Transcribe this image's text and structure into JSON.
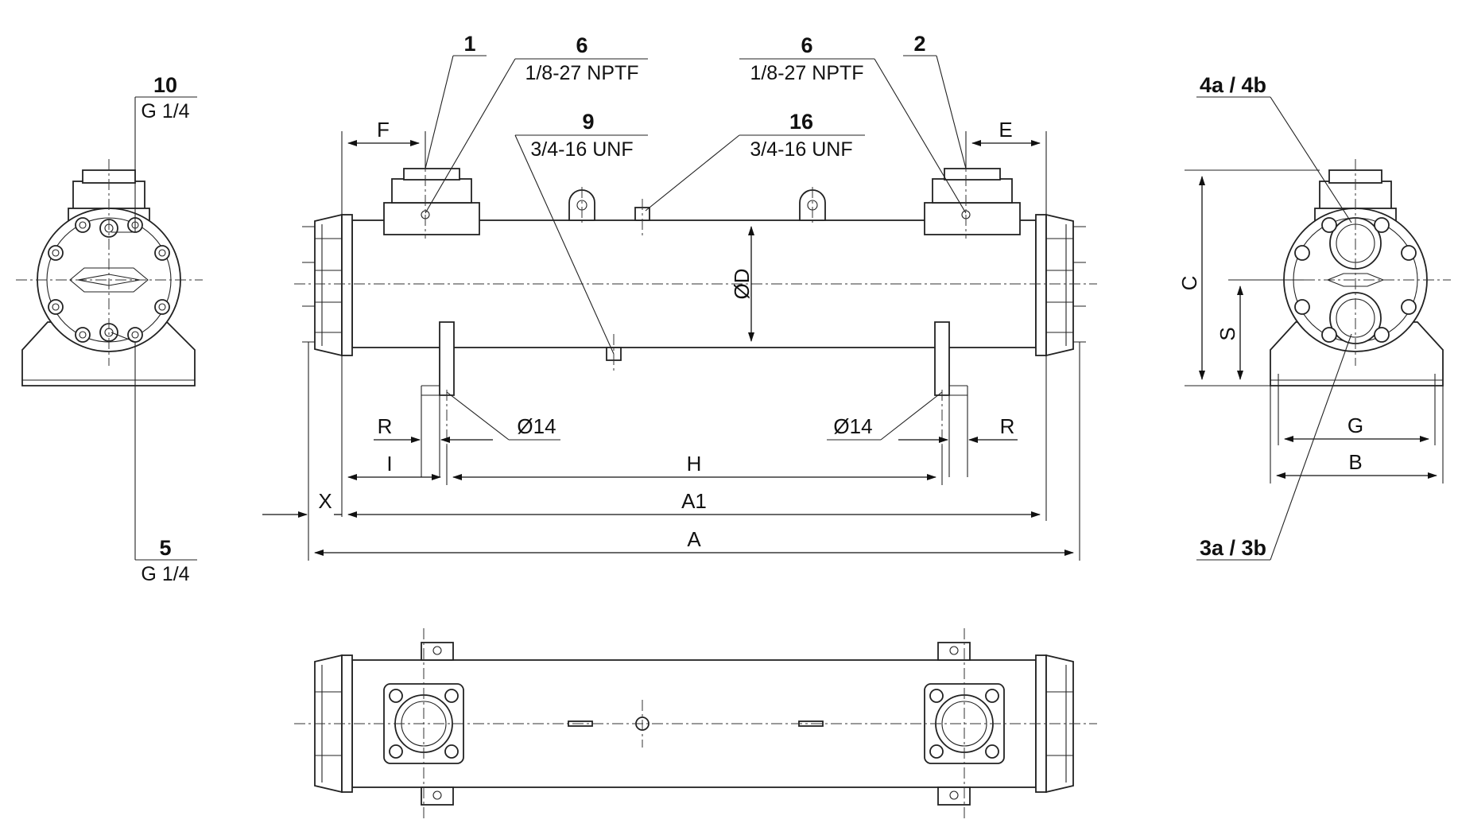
{
  "drawing": {
    "callouts": {
      "c10": {
        "number": "10",
        "spec": "G 1/4"
      },
      "c5": {
        "number": "5",
        "spec": "G 1/4"
      },
      "c1": {
        "number": "1"
      },
      "c6a": {
        "number": "6",
        "spec": "1/8-27 NPTF"
      },
      "c6b": {
        "number": "6",
        "spec": "1/8-27 NPTF"
      },
      "c2": {
        "number": "2"
      },
      "c9": {
        "number": "9",
        "spec": "3/4-16 UNF"
      },
      "c16": {
        "number": "16",
        "spec": "3/4-16 UNF"
      },
      "c4": {
        "number": "4a / 4b"
      },
      "c3": {
        "number": "3a / 3b"
      }
    },
    "dimensions": {
      "F": "F",
      "E": "E",
      "OD": "ØD",
      "R_left": "R",
      "R_right": "R",
      "hole_left": "Ø14",
      "hole_right": "Ø14",
      "I": "I",
      "H": "H",
      "X": "X",
      "A1": "A1",
      "A": "A",
      "C": "C",
      "S": "S",
      "G": "G",
      "B": "B"
    }
  }
}
